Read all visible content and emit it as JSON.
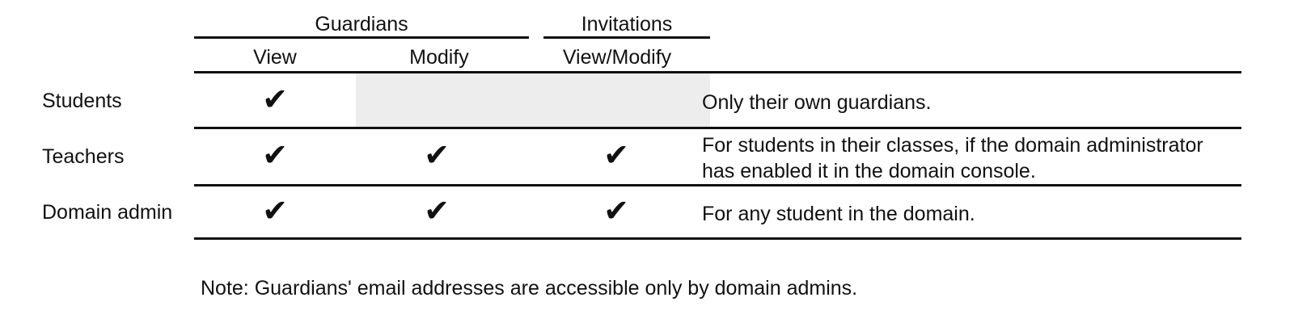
{
  "table": {
    "groups": [
      {
        "label": "Guardians"
      },
      {
        "label": "Invitations"
      }
    ],
    "columns": [
      {
        "label": "View"
      },
      {
        "label": "Modify"
      },
      {
        "label": "View/Modify"
      }
    ],
    "rows": [
      {
        "label": "Students",
        "guardians_view": "✔",
        "guardians_modify": "",
        "invitations_view_modify": "",
        "description": "Only their own guardians."
      },
      {
        "label": "Teachers",
        "guardians_view": "✔",
        "guardians_modify": "✔",
        "invitations_view_modify": "✔",
        "description": "For students in their classes, if the domain administrator has enabled it in the domain console."
      },
      {
        "label": "Domain admin",
        "guardians_view": "✔",
        "guardians_modify": "✔",
        "invitations_view_modify": "✔",
        "description": "For any student in the domain."
      }
    ]
  },
  "note": "Note: Guardians' email addresses are accessible only by domain admins.",
  "colors": {
    "background": "#ffffff",
    "text": "#111111",
    "rule": "#111111",
    "disabled_cell": "#ededed"
  }
}
